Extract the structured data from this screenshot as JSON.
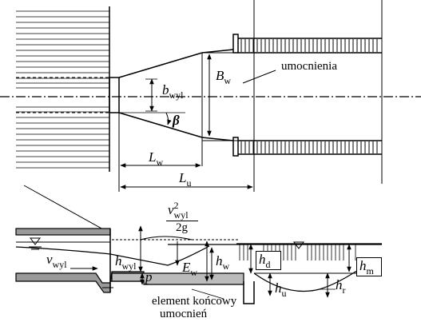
{
  "labels": {
    "b_sym": "b",
    "b_sub": "wyl",
    "B_sym": "B",
    "B_sub": "w",
    "beta": "β",
    "Lw_sym": "L",
    "Lw_sub": "w",
    "Lu_sym": "L",
    "Lu_sub": "u",
    "umocnienia": "umocnienia",
    "v2_sym": "v",
    "v2_sup": "2",
    "v2_sub": "wyl",
    "twog": "2g",
    "v_sym": "v",
    "v_sub": "wyl",
    "hwyl_sym": "h",
    "hwyl_sub": "wyl",
    "p": "p",
    "Ew_sym": "E",
    "Ew_sub": "w",
    "hw_sym": "h",
    "hw_sub": "w",
    "hd_sym": "h",
    "hd_sub": "d",
    "hm_sym": "h",
    "hm_sub": "m",
    "hu_sym": "h",
    "hu_sub": "u",
    "hr_sym": "h",
    "hr_sub": "r",
    "element_line1": "element końcowy",
    "element_line2": "umocnień"
  }
}
